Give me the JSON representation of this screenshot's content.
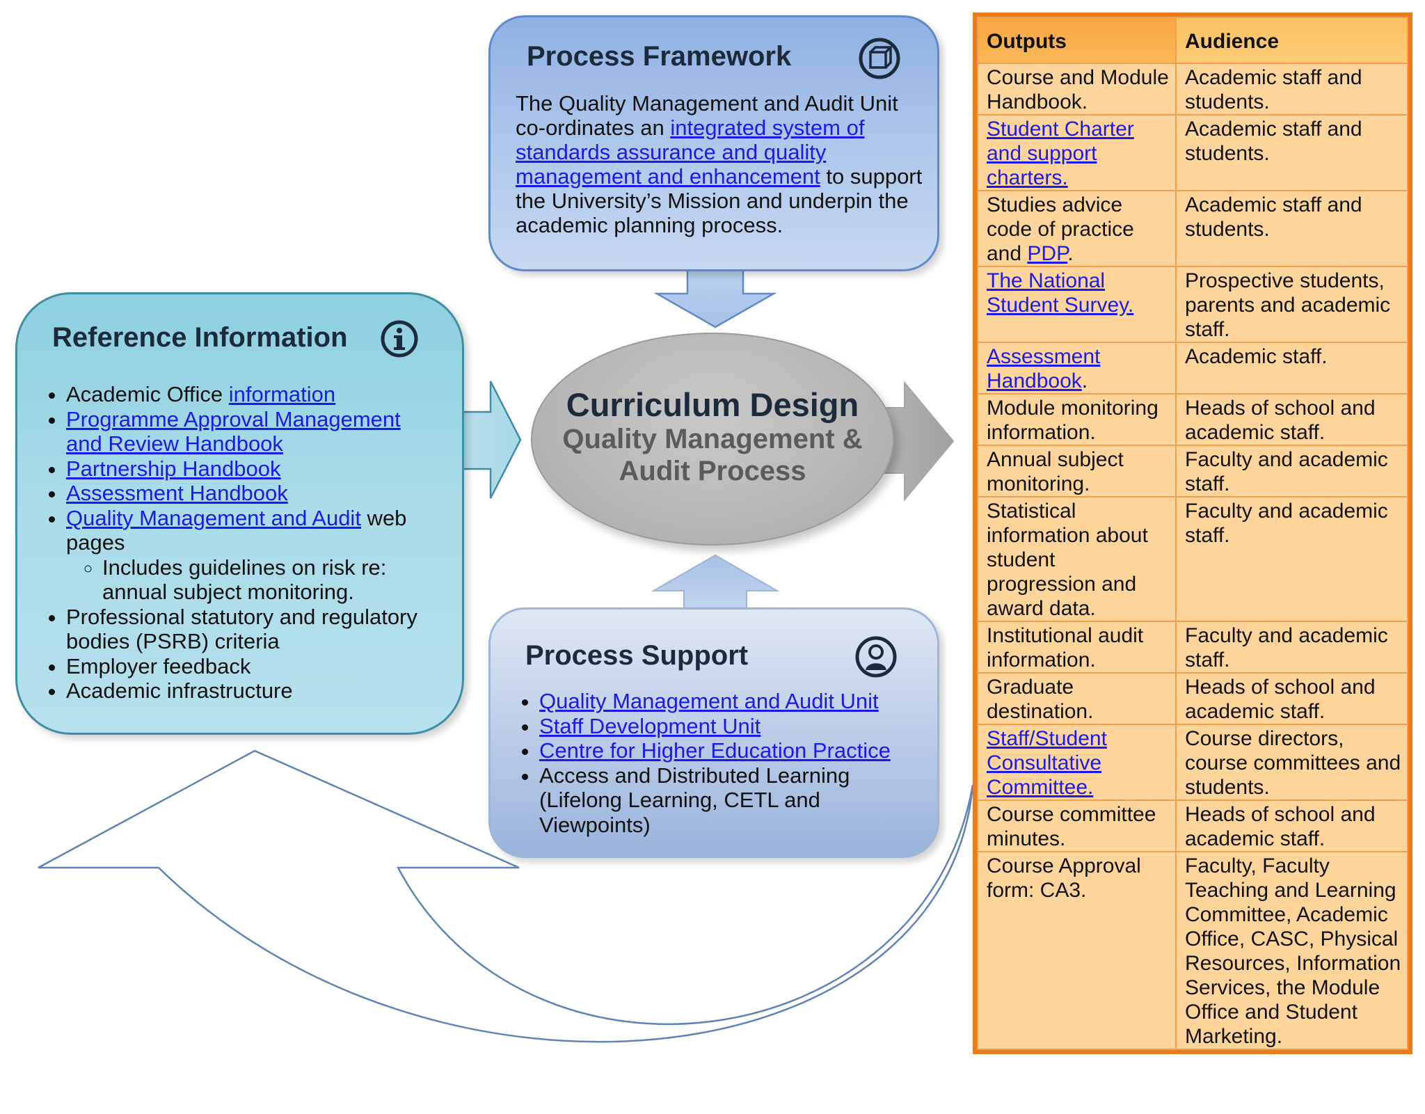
{
  "colors": {
    "reference": "#a9dbe9",
    "framework": "#b1c9ec",
    "support": "#b9cae7",
    "center": "#b6b6b6",
    "table_border": "#e97b1c",
    "table_fill": "#fdd59a",
    "link": "#1a1aee"
  },
  "icons": {
    "reference": "info-icon",
    "framework": "cube-icon",
    "support": "person-icon"
  },
  "reference": {
    "title": "Reference Information",
    "items": [
      {
        "pre": "Academic Office ",
        "link": "information",
        "post": ""
      },
      {
        "pre": "",
        "link": "Programme Approval Management and Review Handbook",
        "post": ""
      },
      {
        "pre": "",
        "link": "Partnership Handbook",
        "post": ""
      },
      {
        "pre": "",
        "link": "Assessment Handbook",
        "post": ""
      },
      {
        "pre": "",
        "link": "Quality Management and Audit",
        "post": " web pages"
      }
    ],
    "subitem": "Includes guidelines on risk re: annual subject monitoring.",
    "items_after": [
      "Professional statutory and regulatory bodies (PSRB) criteria",
      "Employer feedback",
      "Academic infrastructure"
    ]
  },
  "framework": {
    "title": "Process Framework",
    "text_pre": "The Quality Management and Audit Unit co-ordinates an ",
    "link": "integrated system of standards assurance and quality management and enhancement",
    "text_post": " to support the University’s Mission and underpin the academic planning process."
  },
  "support": {
    "title": "Process Support",
    "links": [
      "Quality Management and Audit Unit",
      "Staff Development Unit",
      "Centre for Higher Education Practice"
    ],
    "plain": "Access and Distributed Learning (Lifelong Learning, CETL and Viewpoints)"
  },
  "center": {
    "title": "Curriculum Design",
    "subtitle": "Quality Management & Audit Process"
  },
  "table": {
    "headers": {
      "outputs": "Outputs",
      "audience": "Audience"
    },
    "rows": [
      {
        "out": {
          "text": "Course and Module Handbook."
        },
        "aud": "Academic staff and students."
      },
      {
        "out": {
          "link": "Student Charter and support charters."
        },
        "aud": "Academic staff and students."
      },
      {
        "out": {
          "text": "Studies advice code of practice and ",
          "link": "PDP",
          "post": "."
        },
        "aud": "Academic staff and students."
      },
      {
        "out": {
          "link": "The National Student Survey."
        },
        "aud": "Prospective students, parents and academic staff."
      },
      {
        "out": {
          "link": "Assessment Handbook",
          "post": "."
        },
        "aud": "Academic staff."
      },
      {
        "out": {
          "text": "Module monitoring information."
        },
        "aud": "Heads of school and academic staff."
      },
      {
        "out": {
          "text": "Annual subject monitoring."
        },
        "aud": "Faculty and academic staff."
      },
      {
        "out": {
          "text": "Statistical information about student progression and award data."
        },
        "aud": "Faculty and academic staff."
      },
      {
        "out": {
          "text": "Institutional audit information."
        },
        "aud": "Faculty and academic staff."
      },
      {
        "out": {
          "text": "Graduate destination."
        },
        "aud": "Heads of school and academic staff."
      },
      {
        "out": {
          "link": "Staff/Student Consultative Committee."
        },
        "aud": "Course directors, course committees and students."
      },
      {
        "out": {
          "text": "Course committee minutes."
        },
        "aud": "Heads of school and academic staff."
      },
      {
        "out": {
          "text": "Course Approval form: CA3."
        },
        "aud": "Faculty, Faculty Teaching and Learning Committee, Academic Office, CASC, Physical Resources, Information Services, the Module Office and Student Marketing."
      }
    ]
  }
}
